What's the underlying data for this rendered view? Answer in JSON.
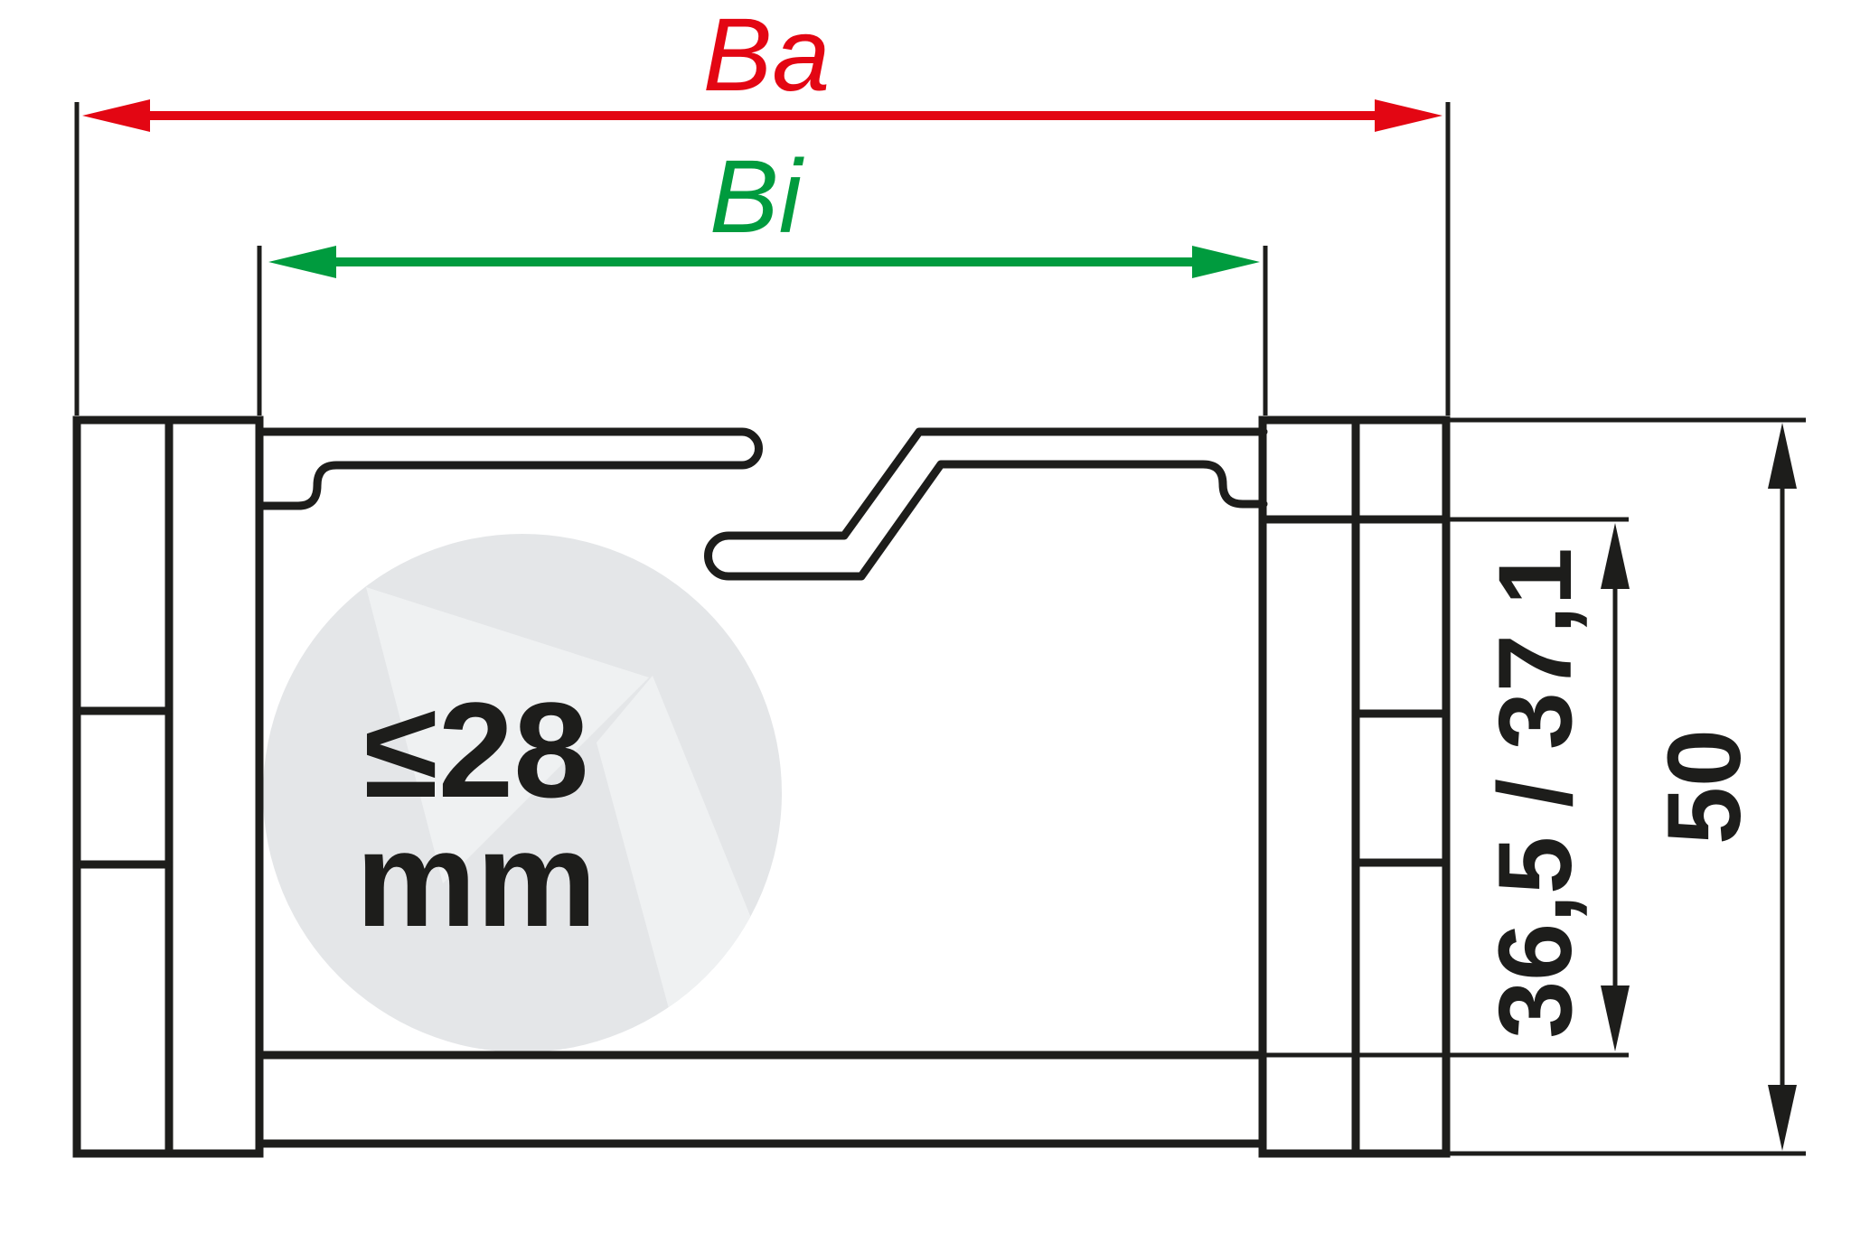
{
  "drawing": {
    "labels": {
      "outer_width": "Ba",
      "inner_width": "Bi"
    },
    "dimensions": {
      "inner_height": "36,5 / 37,1",
      "outer_height": "50"
    },
    "watermark": {
      "line1": "≤28",
      "line2": "mm"
    },
    "colors": {
      "outer_width_accent": "#e30613",
      "inner_width_accent": "#009b3e",
      "ink": "#1d1d1b",
      "watermark_circle": "#e4e6e8",
      "watermark_facet": "#eff1f2"
    }
  }
}
